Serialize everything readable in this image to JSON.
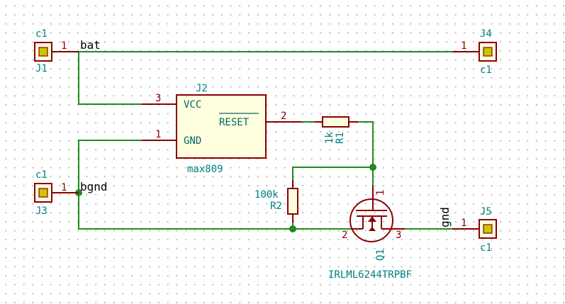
{
  "connectors": {
    "j1": {
      "ref": "J1",
      "value": "c1",
      "pin": "1"
    },
    "j3": {
      "ref": "J3",
      "value": "c1",
      "pin": "1"
    },
    "j4": {
      "ref": "J4",
      "value": "c1",
      "pin": "1"
    },
    "j5": {
      "ref": "J5",
      "value": "c1",
      "pin": "1"
    }
  },
  "nets": {
    "bat": "bat",
    "bgnd": "bgnd",
    "gnd": "gnd"
  },
  "ic": {
    "ref": "J2",
    "value": "max809",
    "pins": [
      {
        "number": "3",
        "name": "VCC"
      },
      {
        "number": "1",
        "name": "GND"
      },
      {
        "number": "2",
        "name": "RESET"
      }
    ]
  },
  "resistors": {
    "r1": {
      "ref": "R1",
      "value": "1k"
    },
    "r2": {
      "ref": "R2",
      "value": "100k"
    }
  },
  "transistor": {
    "ref": "Q1",
    "value": "IRLML6244TRPBF",
    "pins": {
      "drain": "1",
      "gate": "2",
      "source": "3"
    }
  },
  "colors": {
    "wire": "#1e8c1e",
    "component": "#8b0000",
    "body_fill": "#ffffe0",
    "reference_text": "#008080",
    "net_label": "#000000"
  }
}
